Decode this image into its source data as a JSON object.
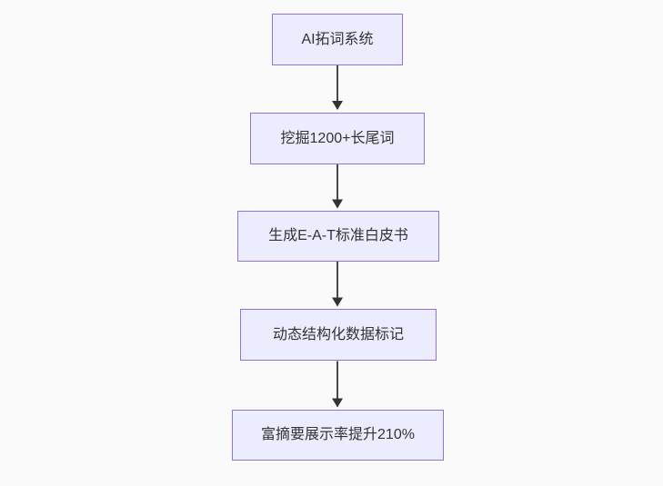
{
  "diagram": {
    "type": "flowchart",
    "direction": "top-to-bottom",
    "background_color": "#fafafa",
    "node_fill_color": "#ececff",
    "node_border_color": "#9370db",
    "node_text_color": "#333333",
    "arrow_color": "#333333",
    "nodes": [
      {
        "id": "n1",
        "label": "AI拓词系统"
      },
      {
        "id": "n2",
        "label": "挖掘1200+长尾词"
      },
      {
        "id": "n3",
        "label": "生成E-A-T标准白皮书"
      },
      {
        "id": "n4",
        "label": "动态结构化数据标记"
      },
      {
        "id": "n5",
        "label": "富摘要展示率提升210%"
      }
    ],
    "edges": [
      {
        "from": "n1",
        "to": "n2"
      },
      {
        "from": "n2",
        "to": "n3"
      },
      {
        "from": "n3",
        "to": "n4"
      },
      {
        "from": "n4",
        "to": "n5"
      }
    ]
  }
}
